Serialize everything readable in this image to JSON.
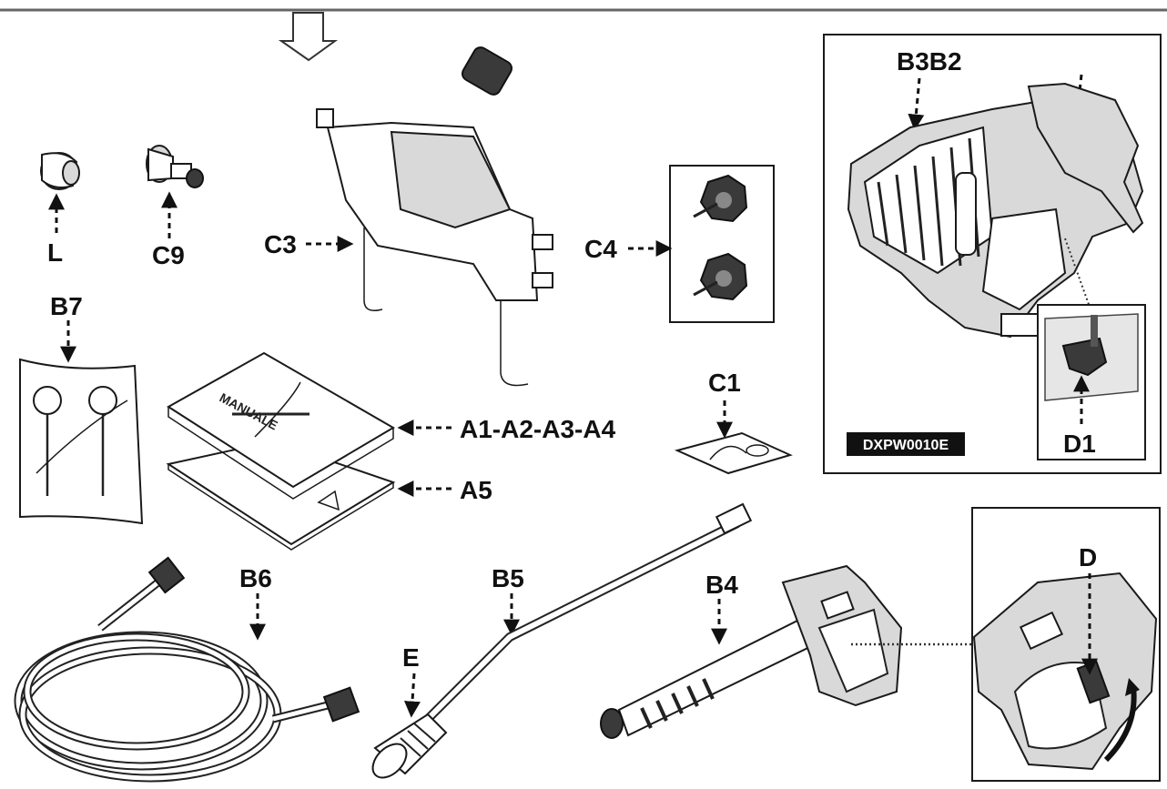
{
  "labels": {
    "L": "L",
    "C9": "C9",
    "C3": "C3",
    "C4": "C4",
    "B3B2": "B3B2",
    "D1": "D1",
    "B7": "B7",
    "A1_A4": "A1-A2-A3-A4",
    "A5": "A5",
    "C1": "C1",
    "B6": "B6",
    "B5": "B5",
    "B4": "B4",
    "E": "E",
    "D": "D"
  },
  "badge": {
    "code": "DXPW0010E"
  },
  "manual": {
    "cover_text": "MANUALE"
  },
  "colors": {
    "ink": "#111111",
    "badge_bg": "#111111",
    "badge_text": "#ffffff",
    "paper": "#ffffff"
  }
}
